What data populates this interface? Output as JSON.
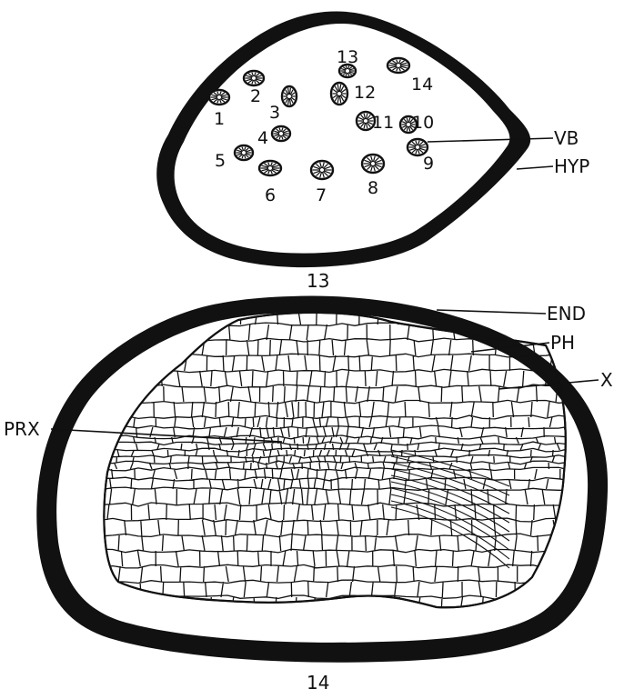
{
  "figures": [
    {
      "number": "13",
      "bundles": [
        "1",
        "2",
        "3",
        "4",
        "5",
        "6",
        "7",
        "8",
        "9",
        "10",
        "11",
        "12",
        "13",
        "14"
      ],
      "labels": {
        "vb": "VB",
        "hyp": "HYP"
      }
    },
    {
      "number": "14",
      "labels": {
        "end": "END",
        "ph": "PH",
        "x": "X",
        "prx": "PRX"
      }
    }
  ],
  "colors": {
    "ink": "#111111",
    "paper": "#ffffff"
  }
}
